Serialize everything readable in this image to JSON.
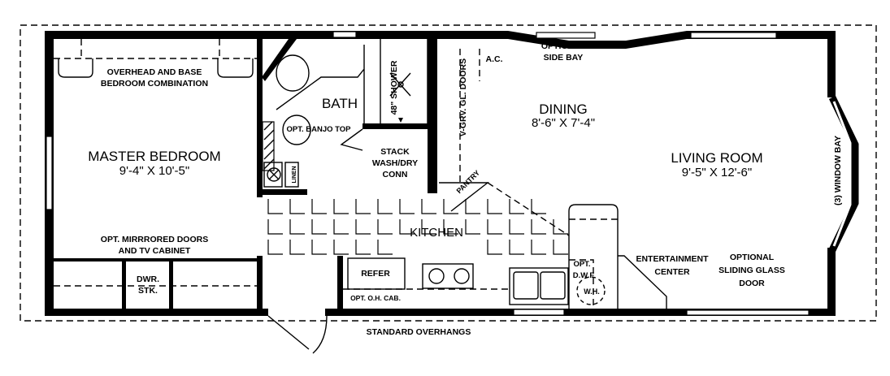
{
  "plan": {
    "overhead_cabinet": [
      "OVERHEAD AND BASE",
      "BEDROOM COMBINATION"
    ],
    "master_bedroom": {
      "name": "MASTER BEDROOM",
      "size": "9'-4\" X 10'-5\""
    },
    "mirrored_doors": [
      "OPT. MIRRRORED DOORS",
      "AND TV CABINET"
    ],
    "dresser": [
      "DWR.",
      "STK."
    ],
    "bath": {
      "name": "BATH",
      "banjo": "OPT. BANJO TOP",
      "shower": "48\" SHOWER",
      "linen": "LINEN"
    },
    "laundry": [
      "STACK",
      "WASH/DRY",
      "CONN"
    ],
    "glass_doors": "V-GRV. GL. DOORS",
    "ac": "A.C.",
    "side_bay": [
      "OPTIONAL",
      "SIDE BAY"
    ],
    "dining": {
      "name": "DINING",
      "size": "8'-6\" X 7'-4\""
    },
    "pantry": "PANTRY",
    "kitchen": {
      "name": "KITCHEN",
      "refer": "REFER",
      "oh_cab": "OPT. O.H. CAB.",
      "dwf": [
        "OPT.",
        "D.W.F"
      ],
      "wh": "W.H."
    },
    "living_room": {
      "name": "LIVING ROOM",
      "size": "9'-5\" X 12'-6\""
    },
    "window_bay": "(3) WINDOW BAY",
    "entertainment": [
      "ENTERTAINMENT",
      "CENTER"
    ],
    "sliding_door": [
      "OPTIONAL",
      "SLIDING GLASS",
      "DOOR"
    ],
    "overhangs": "STANDARD OVERHANGS"
  }
}
